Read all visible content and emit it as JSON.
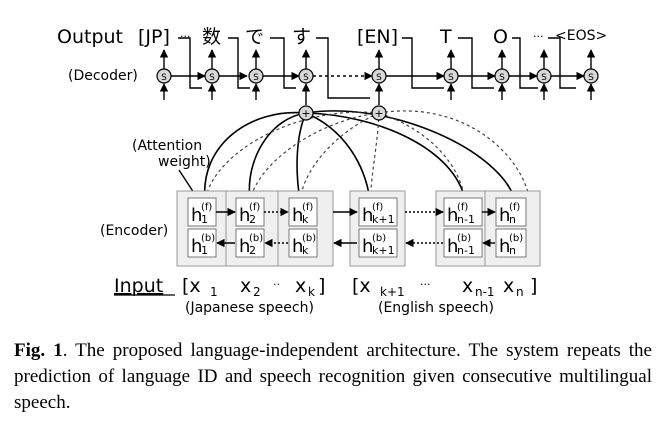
{
  "decoder": {
    "output_label": "Output",
    "tokens": [
      "[JP]",
      "数",
      "で",
      "す",
      "[EN]",
      "T",
      "O",
      "<EOS>"
    ],
    "ellipsis": "···",
    "row_label": "(Decoder)",
    "state_symbol": "S",
    "plus_symbol": "+"
  },
  "attention": {
    "label_line1": "(Attention",
    "label_line2": "weight)"
  },
  "encoder": {
    "row_label": "(Encoder)",
    "forward_base": "h",
    "forward_tag": "(f)",
    "backward_base": "h",
    "backward_tag": "(b)",
    "subscripts": [
      "1",
      "2",
      "k",
      "k+1",
      "n-1",
      "n"
    ],
    "arrow_right": "→",
    "arrow_left": "←"
  },
  "input": {
    "label": "Input",
    "jp_open": "[x",
    "jp_sub1": "1",
    "jp_x2": "x",
    "jp_sub2": "2",
    "jp_dots": "··",
    "jp_xk": "x",
    "jp_subk": "k",
    "jp_close": "]",
    "en_open": "[x",
    "en_sub1": "k+1",
    "en_dots": "···",
    "en_xn1": "x",
    "en_subn1": "n-1",
    "en_xn": "x",
    "en_subn": "n",
    "en_close": "]",
    "jp_caption": "(Japanese speech)",
    "en_caption": "(English speech)"
  },
  "caption": {
    "label": "Fig. 1",
    "text": ". The proposed language-independent architecture. The system repeats the prediction of language ID and speech recognition given consecutive multilingual speech."
  }
}
